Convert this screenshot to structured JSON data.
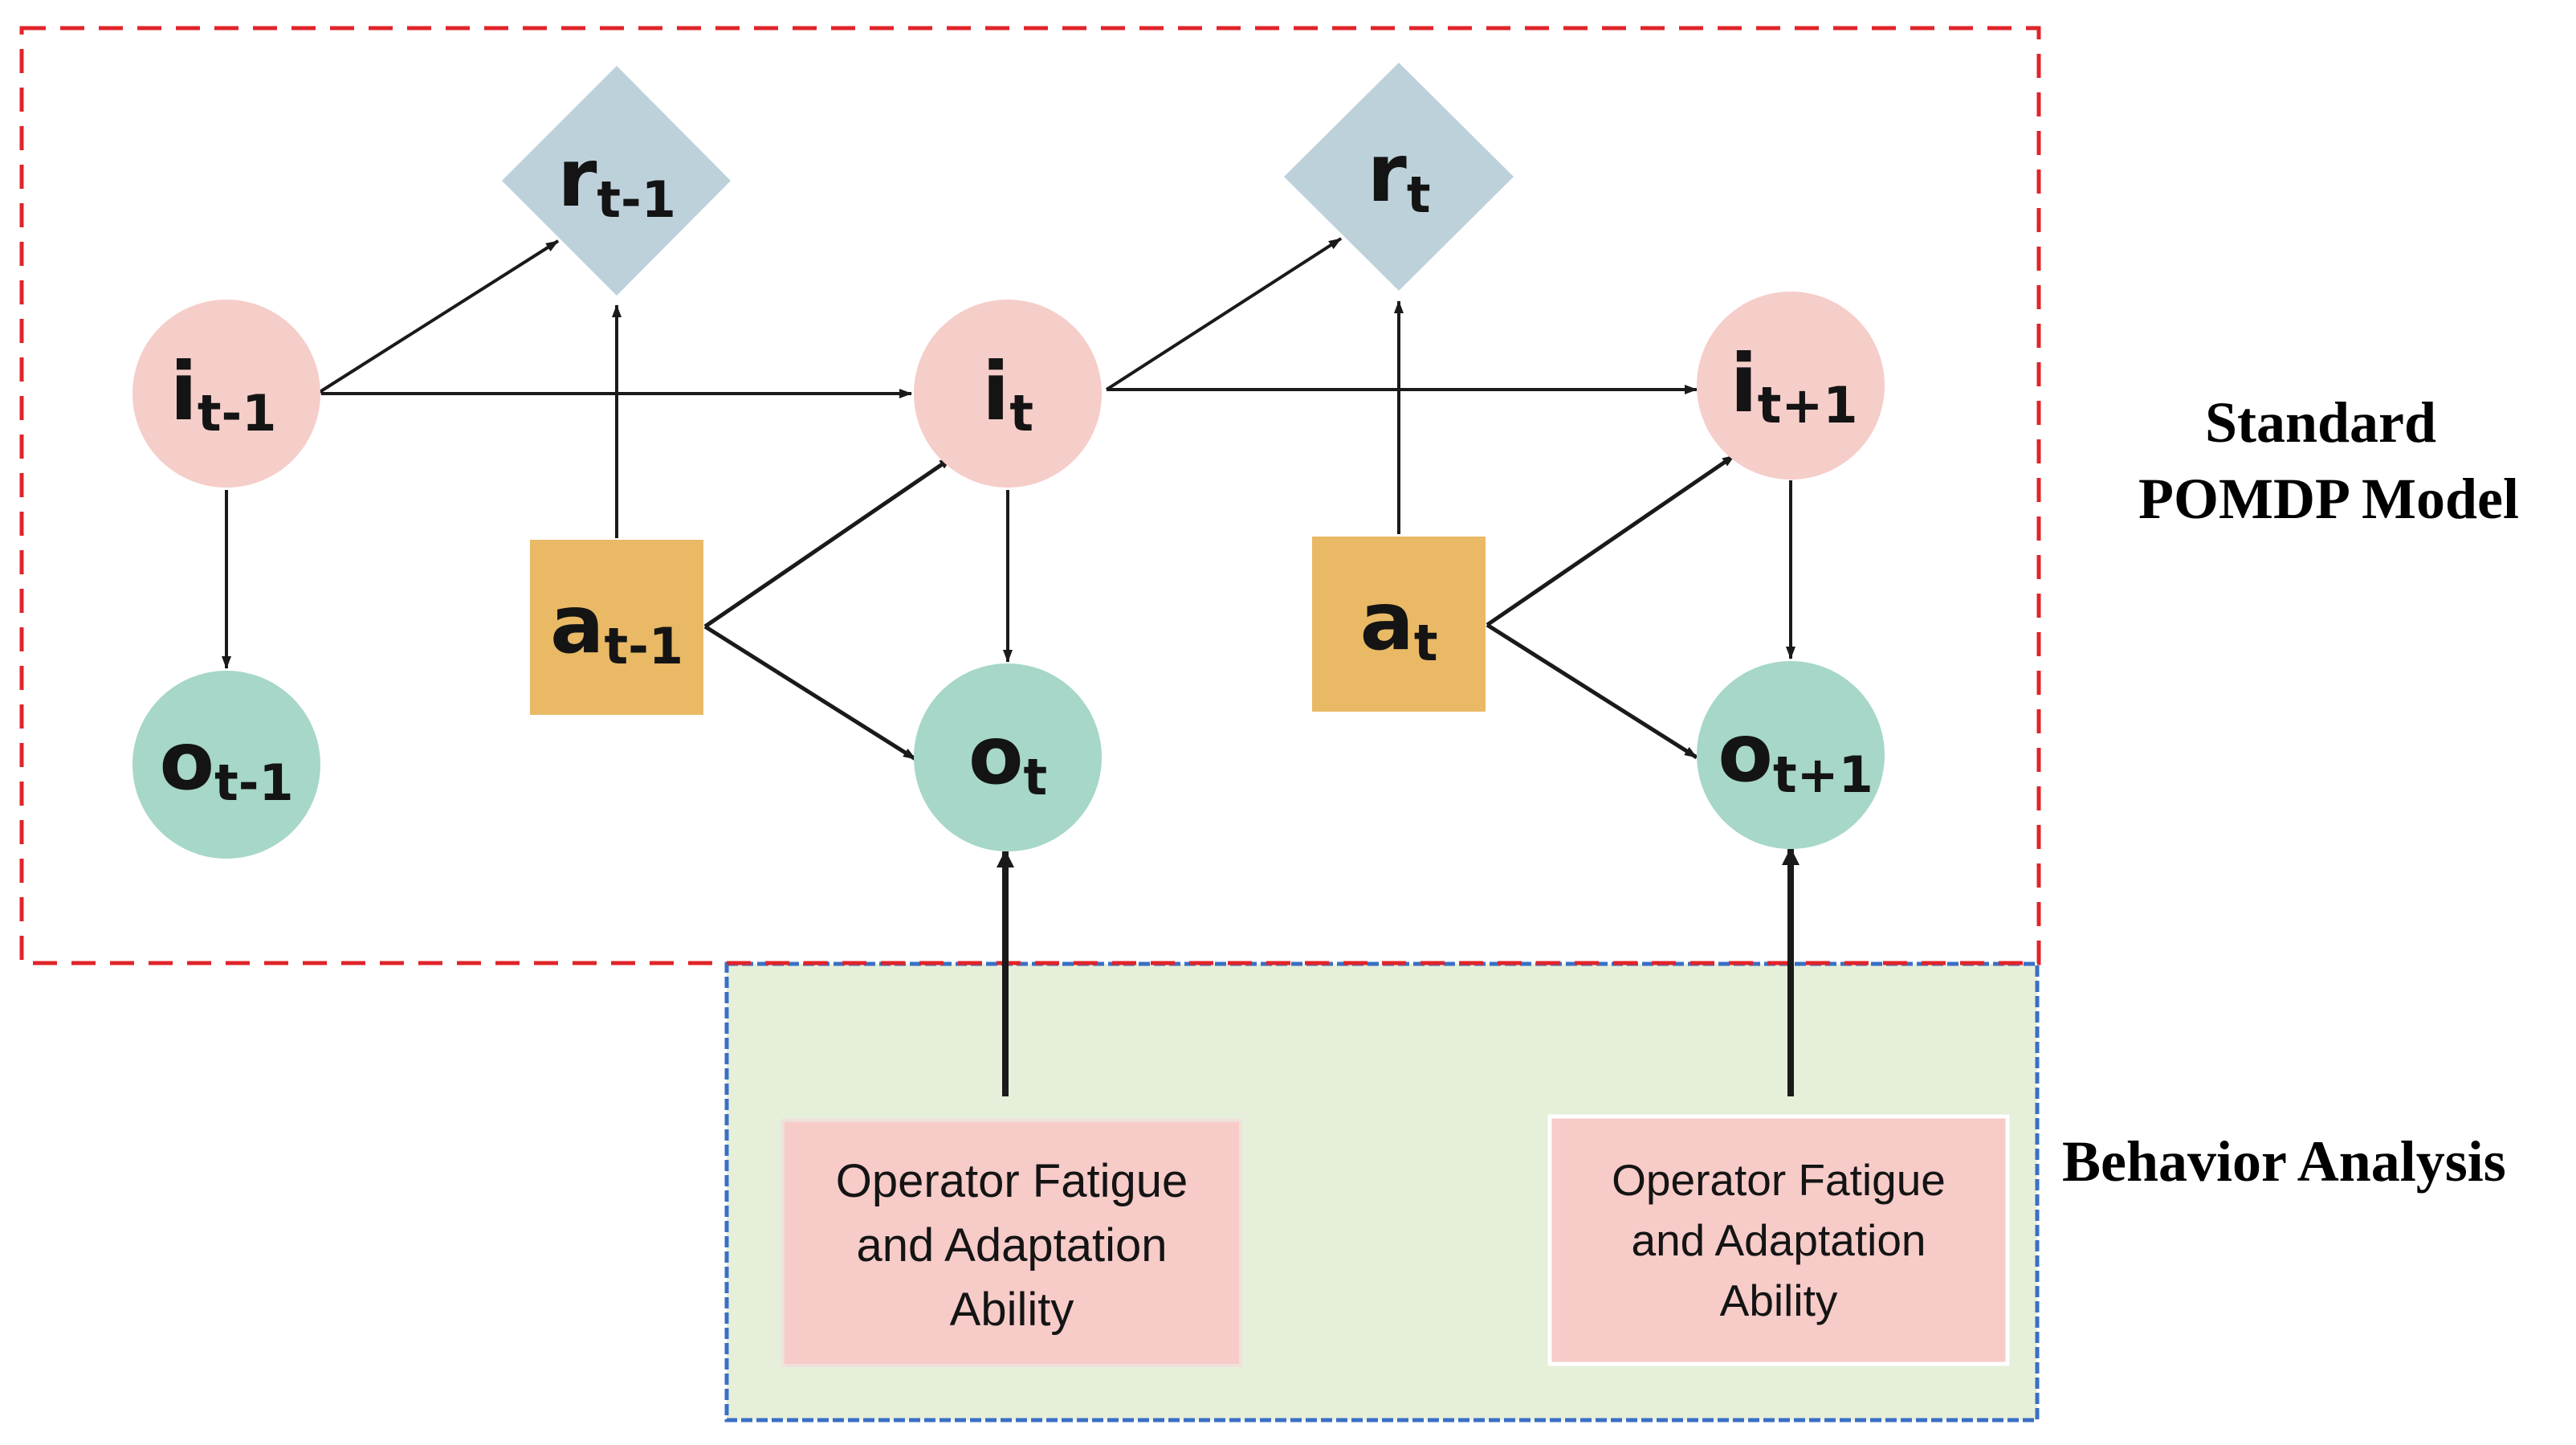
{
  "colors": {
    "i_node": "#f5cdc9",
    "o_node": "#a6d7c8",
    "r_node": "#bdd1db",
    "a_node": "#e9b966",
    "red_dashed": "#e0242a",
    "blue_dashed": "#3a6fc6",
    "green_panel": "#e6efd9",
    "pink_box": "#f6cbc8",
    "arrow": "#1a1a1a"
  },
  "nodes": {
    "i_prev": {
      "main": "i",
      "sub": "t-1"
    },
    "i_t": {
      "main": "i",
      "sub": "t"
    },
    "i_next": {
      "main": "i",
      "sub": "t+1"
    },
    "o_prev": {
      "main": "o",
      "sub": "t-1"
    },
    "o_t": {
      "main": "o",
      "sub": "t"
    },
    "o_next": {
      "main": "o",
      "sub": "t+1"
    },
    "r_prev": {
      "main": "r",
      "sub": "t-1"
    },
    "r_t": {
      "main": "r",
      "sub": "t"
    },
    "a_prev": {
      "main": "a",
      "sub": "t-1"
    },
    "a_t": {
      "main": "a",
      "sub": "t"
    }
  },
  "labels": {
    "standard_line1": "Standard",
    "standard_line2": "POMDP Model",
    "behavior": "Behavior Analysis"
  },
  "boxes": {
    "left": {
      "line1": "Operator Fatigue",
      "line2": "and Adaptation",
      "line3": "Ability"
    },
    "right": {
      "line1": "Operator Fatigue",
      "line2": "and Adaptation",
      "line3": "Ability"
    }
  }
}
